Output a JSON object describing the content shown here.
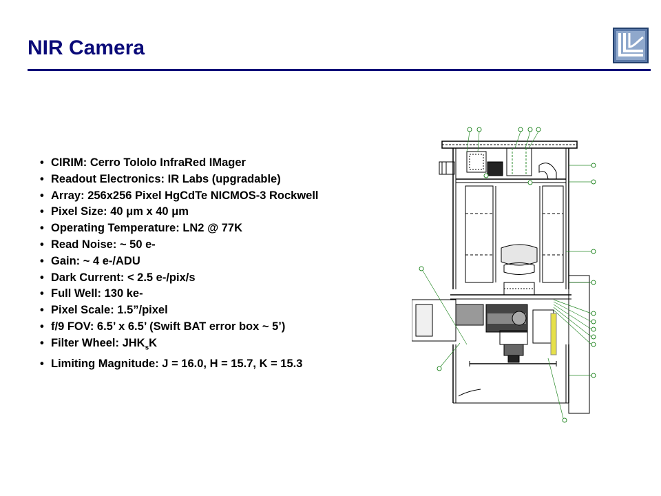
{
  "slide": {
    "title": "NIR Camera",
    "accent_color": "#0a0a78",
    "logo_icon": "llnl-logo-icon",
    "drawing_icon": "camera-schematic-icon"
  },
  "bullets": [
    {
      "text": "CIRIM: Cerro Tololo InfraRed IMager"
    },
    {
      "text": "Readout Electronics: IR Labs (upgradable)"
    },
    {
      "text": "Array: 256x256 Pixel HgCdTe NICMOS-3 Rockwell"
    },
    {
      "text": "Pixel Size: 40 μm x 40 μm"
    },
    {
      "text": "Operating Temperature: LN2 @ 77K"
    },
    {
      "text": "Read Noise: ~ 50 e-"
    },
    {
      "text": "Gain: ~ 4 e-/ADU"
    },
    {
      "text": "Dark Current: < 2.5 e-/pix/s"
    },
    {
      "text": "Full Well: 130 ke-"
    },
    {
      "text": "Pixel Scale: 1.5”/pixel"
    },
    {
      "text": "f/9 FOV: 6.5’ x 6.5’ (Swift BAT error box ~ 5’)"
    },
    {
      "text_before": "Filter Wheel: JHK",
      "subscript": "s",
      "text_after": "K"
    },
    {
      "text": "Limiting Magnitude: J = 16.0, H = 15.7, K = 15.3"
    }
  ]
}
